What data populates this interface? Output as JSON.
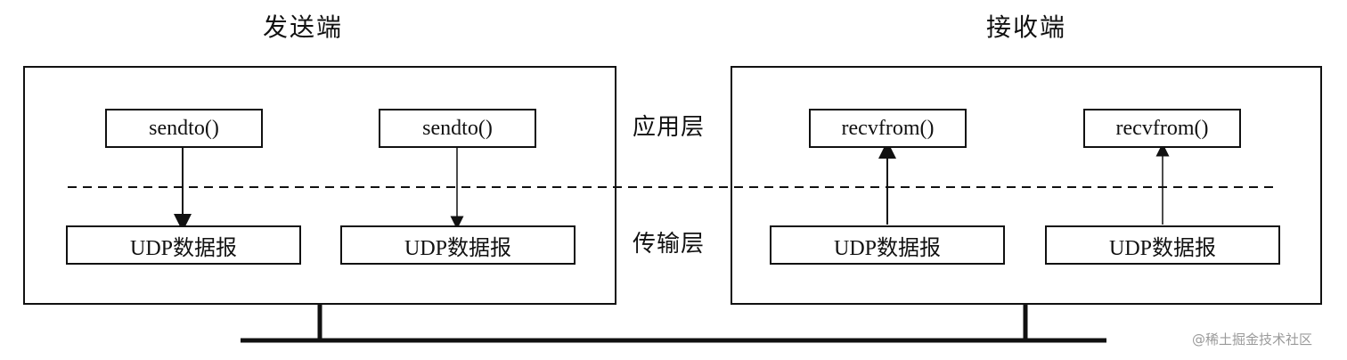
{
  "sender": {
    "title": "发送端",
    "app_boxes": [
      {
        "label": "sendto()"
      },
      {
        "label": "sendto()"
      }
    ],
    "transport_boxes": [
      {
        "label": "UDP数据报"
      },
      {
        "label": "UDP数据报"
      }
    ]
  },
  "receiver": {
    "title": "接收端",
    "app_boxes": [
      {
        "label": "recvfrom()"
      },
      {
        "label": "recvfrom()"
      }
    ],
    "transport_boxes": [
      {
        "label": "UDP数据报"
      },
      {
        "label": "UDP数据报"
      }
    ]
  },
  "layers": {
    "application": "应用层",
    "transport": "传输层"
  },
  "watermark": "@稀土掘金技术社区"
}
